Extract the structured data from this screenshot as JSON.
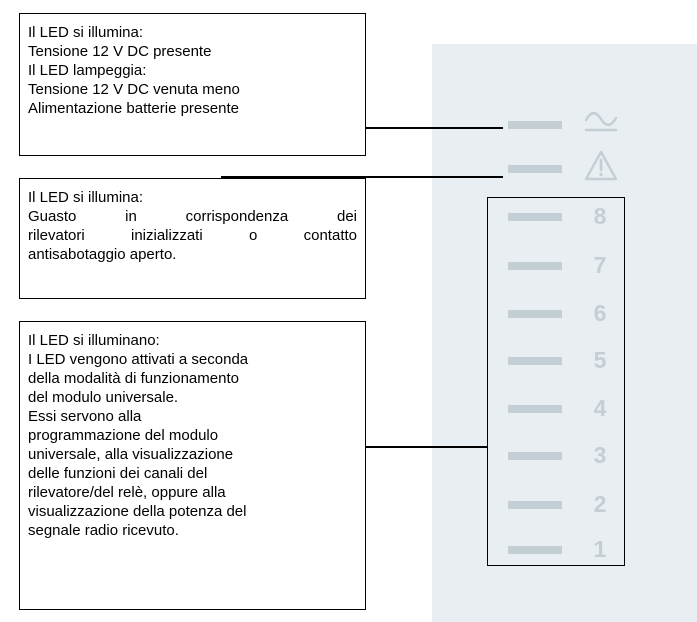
{
  "callouts": {
    "power": {
      "lines": [
        "Il LED si illumina:",
        "Tensione 12 V DC presente",
        "Il LED lampeggia:",
        "Tensione 12 V DC venuta meno",
        "Alimentazione batterie presente"
      ]
    },
    "fault": {
      "title": "Il LED si illumina:",
      "lines": [
        "Guasto in corrispondenza dei",
        "rilevatori inizializzati o contatto",
        "antisabotaggio aperto."
      ]
    },
    "zones": {
      "lines": [
        "Il LED si illuminano:",
        "I LED vengono attivati a seconda",
        "della modalità di funzionamento",
        "del modulo universale.",
        "Essi servono alla",
        "programmazione del modulo",
        "universale, alla visualizzazione",
        "delle funzioni dei canali del",
        "rilevatore/del relè, oppure alla",
        "visualizzazione della potenza del",
        "segnale radio ricevuto."
      ]
    }
  },
  "panel": {
    "symbols": [
      {
        "name": "mains-power-icon",
        "glyph": "~"
      },
      {
        "name": "warning-triangle-icon",
        "glyph": "!"
      }
    ],
    "zone_labels": [
      "8",
      "7",
      "6",
      "5",
      "4",
      "3",
      "2",
      "1"
    ]
  },
  "colors": {
    "panel_background": "#e8eef1",
    "led_and_labels": "#c3cfd5",
    "lines": "#000000"
  }
}
